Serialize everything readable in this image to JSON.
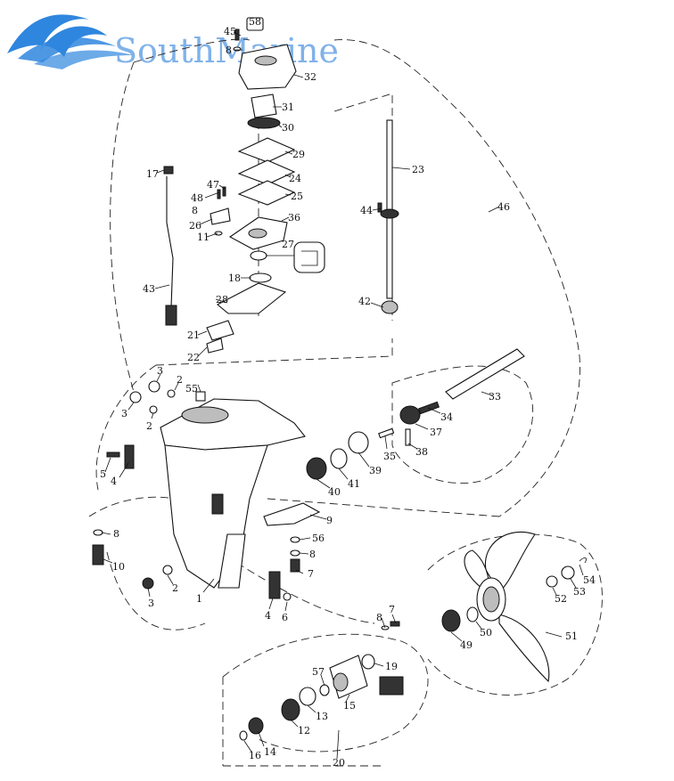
{
  "brand": {
    "name": "SouthMarine",
    "logo_color": "#7fb2ea",
    "wave_color": "#2f86de"
  },
  "diagram": {
    "callouts": [
      {
        "id": "58",
        "label": "58"
      },
      {
        "id": "45",
        "label": "45"
      },
      {
        "id": "8a",
        "label": "8"
      },
      {
        "id": "32",
        "label": "32"
      },
      {
        "id": "31",
        "label": "31"
      },
      {
        "id": "30",
        "label": "30"
      },
      {
        "id": "29",
        "label": "29"
      },
      {
        "id": "24",
        "label": "24"
      },
      {
        "id": "25",
        "label": "25"
      },
      {
        "id": "47",
        "label": "47"
      },
      {
        "id": "48",
        "label": "48"
      },
      {
        "id": "8b",
        "label": "8"
      },
      {
        "id": "26",
        "label": "26"
      },
      {
        "id": "11",
        "label": "11"
      },
      {
        "id": "36",
        "label": "36"
      },
      {
        "id": "27",
        "label": "27"
      },
      {
        "id": "18",
        "label": "18"
      },
      {
        "id": "28",
        "label": "28"
      },
      {
        "id": "17",
        "label": "17"
      },
      {
        "id": "43",
        "label": "43"
      },
      {
        "id": "23",
        "label": "23"
      },
      {
        "id": "44",
        "label": "44"
      },
      {
        "id": "46",
        "label": "46"
      },
      {
        "id": "42",
        "label": "42"
      },
      {
        "id": "21",
        "label": "21"
      },
      {
        "id": "22",
        "label": "22"
      },
      {
        "id": "3a",
        "label": "3"
      },
      {
        "id": "2a",
        "label": "2"
      },
      {
        "id": "55",
        "label": "55"
      },
      {
        "id": "3b",
        "label": "3"
      },
      {
        "id": "2b",
        "label": "2"
      },
      {
        "id": "33",
        "label": "33"
      },
      {
        "id": "34",
        "label": "34"
      },
      {
        "id": "37",
        "label": "37"
      },
      {
        "id": "35",
        "label": "35"
      },
      {
        "id": "38",
        "label": "38"
      },
      {
        "id": "39",
        "label": "39"
      },
      {
        "id": "41",
        "label": "41"
      },
      {
        "id": "40",
        "label": "40"
      },
      {
        "id": "5",
        "label": "5"
      },
      {
        "id": "4a",
        "label": "4"
      },
      {
        "id": "9",
        "label": "9"
      },
      {
        "id": "8c",
        "label": "8"
      },
      {
        "id": "56",
        "label": "56"
      },
      {
        "id": "8d",
        "label": "8"
      },
      {
        "id": "7a",
        "label": "7"
      },
      {
        "id": "10",
        "label": "10"
      },
      {
        "id": "2c",
        "label": "2"
      },
      {
        "id": "1",
        "label": "1"
      },
      {
        "id": "3c",
        "label": "3"
      },
      {
        "id": "4b",
        "label": "4"
      },
      {
        "id": "6",
        "label": "6"
      },
      {
        "id": "54",
        "label": "54"
      },
      {
        "id": "53",
        "label": "53"
      },
      {
        "id": "52",
        "label": "52"
      },
      {
        "id": "51",
        "label": "51"
      },
      {
        "id": "7b",
        "label": "7"
      },
      {
        "id": "8e",
        "label": "8"
      },
      {
        "id": "49",
        "label": "49"
      },
      {
        "id": "50",
        "label": "50"
      },
      {
        "id": "19",
        "label": "19"
      },
      {
        "id": "57",
        "label": "57"
      },
      {
        "id": "15",
        "label": "15"
      },
      {
        "id": "13",
        "label": "13"
      },
      {
        "id": "12",
        "label": "12"
      },
      {
        "id": "14",
        "label": "14"
      },
      {
        "id": "16",
        "label": "16"
      },
      {
        "id": "20",
        "label": "20"
      }
    ]
  }
}
